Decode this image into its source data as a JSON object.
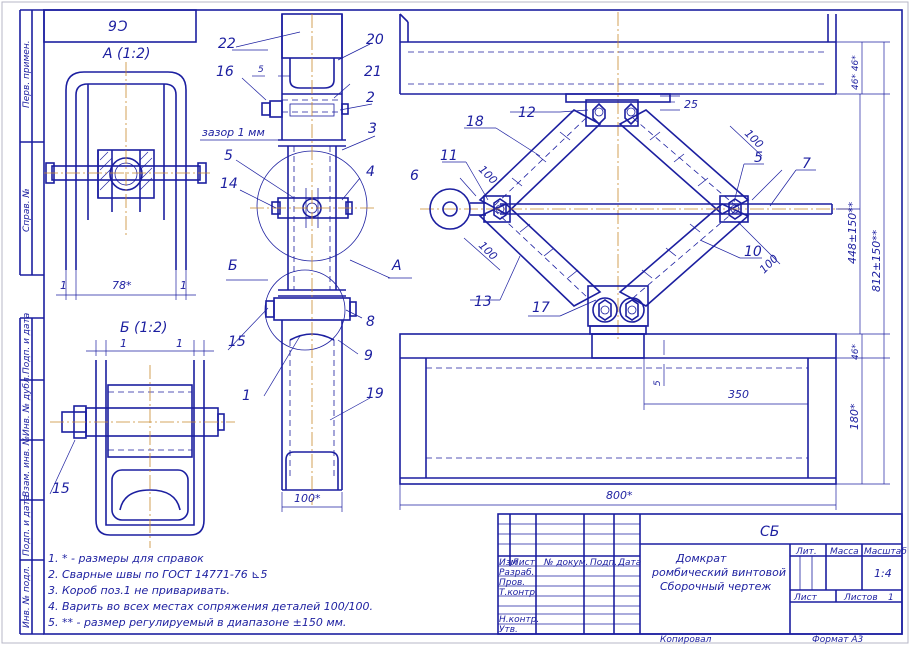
{
  "stamp_code": "9Ɔ",
  "view_a": {
    "title": "А (1:2)",
    "dim_side_left": "1",
    "dim_width": "78*",
    "dim_side_right": "1"
  },
  "view_b": {
    "title": "Б (1:2)",
    "dim_left": "1",
    "dim_right": "1",
    "callout_15": "15"
  },
  "section_labels": {
    "b": "Б",
    "a": "А"
  },
  "front_view": {
    "callouts": [
      "22",
      "20",
      "16",
      "21",
      "2",
      "3",
      "5",
      "14",
      "4",
      "15",
      "8",
      "1",
      "9",
      "19"
    ],
    "gap_note": "зазор 1 мм",
    "dim_5": "5",
    "dim_width": "100*"
  },
  "main_view": {
    "callouts": [
      "12",
      "18",
      "11",
      "6",
      "5",
      "7",
      "13",
      "17",
      "10"
    ],
    "dims": {
      "d25": "25",
      "d100_a": "100",
      "d100_b": "100",
      "d100_c": "100",
      "d100_d": "100",
      "d46_top": "46* 46*",
      "d448": "448±150**",
      "d812": "812±150**",
      "d46_bot": "46*",
      "d180": "180*",
      "d5": "5",
      "d350": "350",
      "d800": "800*"
    }
  },
  "side_strip": [
    "Перв. примен.",
    "Справ. №",
    "Подп. и дата",
    "Инв. № дубл.",
    "Взам. инв. №",
    "Подп. и дата",
    "Инв. № подл."
  ],
  "notes": [
    "1. * - размеры для справок",
    "2. Сварные швы по ГОСТ 14771-76 ⊾5",
    "3. Короб поз.1 не приваривать.",
    "4. Варить во всех местах сопряжения деталей 100/100.",
    "5. ** - размер регулируемый в диапазоне ±150 мм."
  ],
  "title_block": {
    "doc_code": "СБ",
    "name_line1": "Домкрат",
    "name_line2": "ромбический винтовой",
    "name_line3": "Сборочный чертеж",
    "headers": [
      "Изм",
      "Лист",
      "№ докум.",
      "Подп.",
      "Дата"
    ],
    "roles": [
      "Разраб.",
      "Пров.",
      "Т.контр.",
      "Н.контр.",
      "Утв."
    ],
    "lit_label": "Лит.",
    "mass_label": "Масса",
    "scale_label": "Масштаб",
    "scale_value": "1:4",
    "sheet_label": "Лист",
    "sheets_label": "Листов",
    "sheets_value": "1",
    "copied": "Копировал",
    "format": "Формат  А3"
  }
}
